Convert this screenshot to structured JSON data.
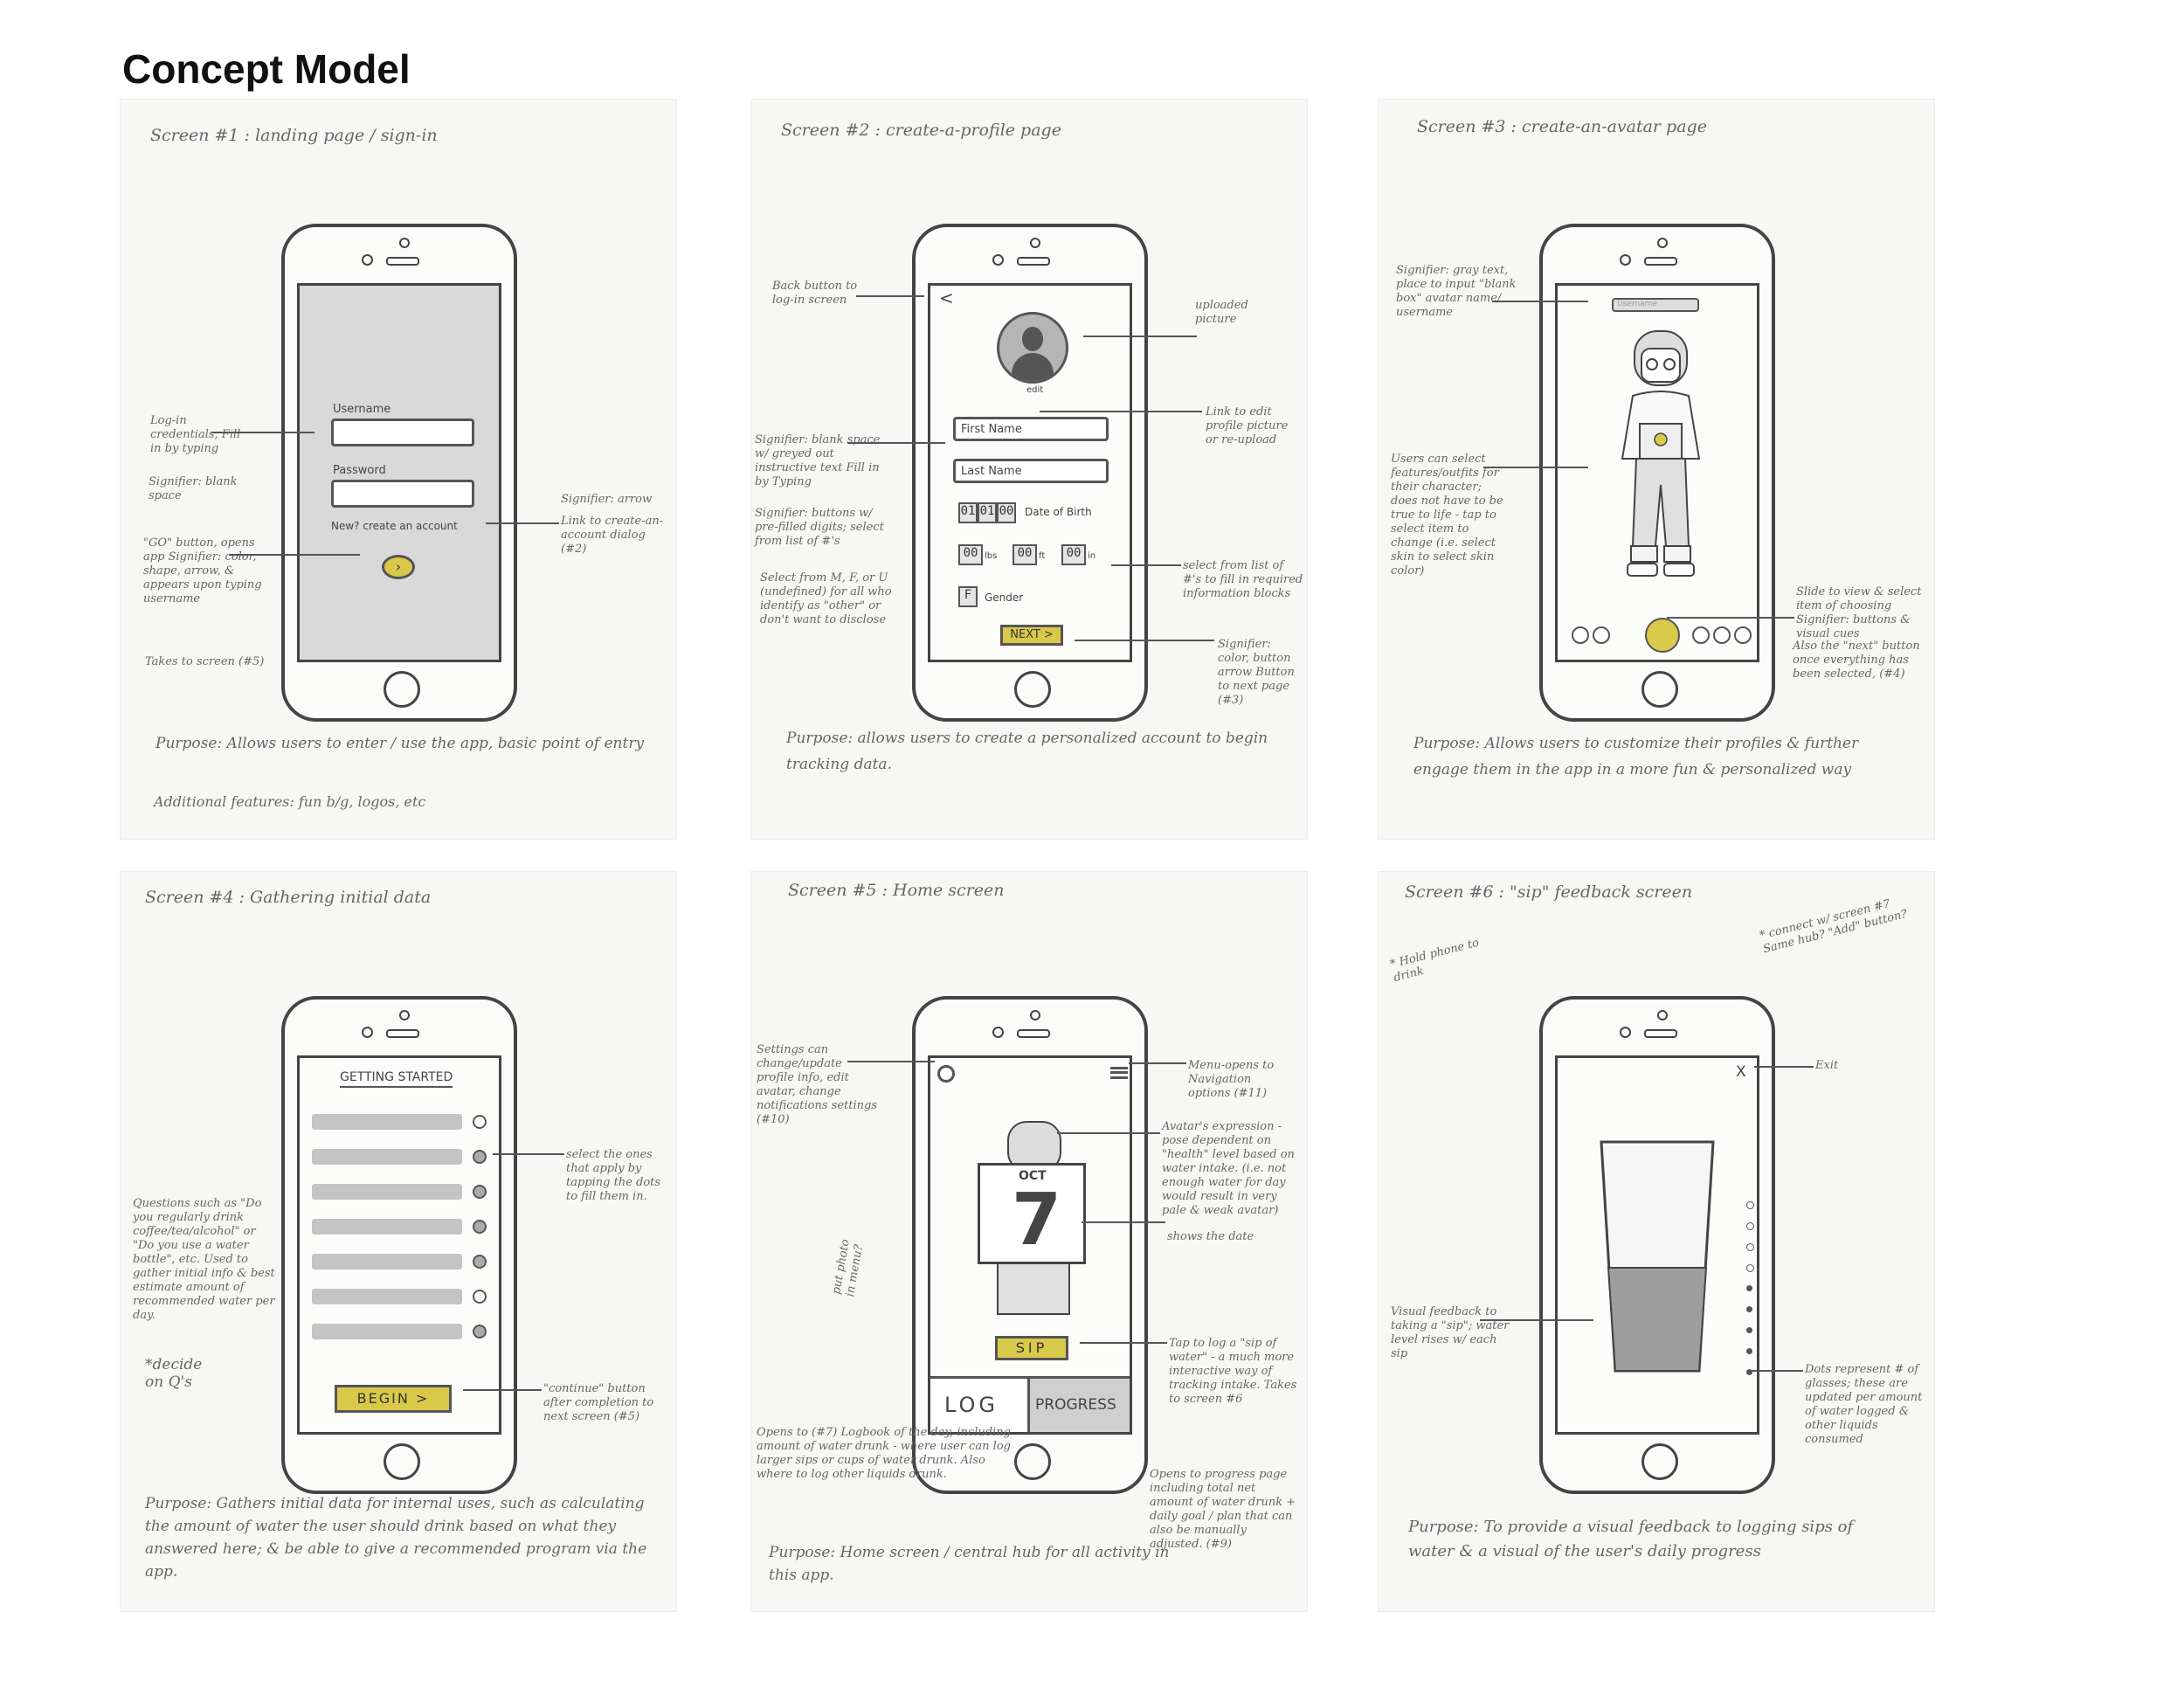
{
  "page": {
    "title": "Concept Model"
  },
  "screens": {
    "s1": {
      "title": "Screen #1 : landing page / sign-in",
      "username_label": "Username",
      "password_label": "Password",
      "new_account": "New? create an account",
      "notes": {
        "login": "Log-in credentials, Fill in by typing",
        "signifier_blank": "Signifier: blank space",
        "go_button": "\"GO\" button, opens app Signifier: color, shape, arrow, & appears upon typing username",
        "takes_to": "Takes to screen (#5)",
        "signifier_arrow": "Signifier: arrow",
        "link_dialog": "Link to create-an-account dialog (#2)"
      },
      "purpose": "Purpose: Allows users to enter / use the app, basic point of entry",
      "additional": "Additional features: fun b/g, logos, etc"
    },
    "s2": {
      "title": "Screen #2 : create-a-profile page",
      "back_icon": "<",
      "edit_label": "edit",
      "first_name": "First Name",
      "last_name": "Last Name",
      "dob_digits": [
        "01",
        "01",
        "00"
      ],
      "dob_label": "Date of Birth",
      "weight_value": "00",
      "weight_unit": "lbs",
      "ft_value": "00",
      "ft_unit": "ft",
      "in_value": "00",
      "in_unit": "in",
      "gender_value": "F",
      "gender_label": "Gender",
      "next_label": "NEXT >",
      "notes": {
        "back": "Back button to log-in screen",
        "uploaded": "uploaded picture",
        "edit_link": "Link to edit profile picture or re-upload",
        "signifier_blank": "Signifier: blank space w/ greyed out instructive text Fill in by Typing",
        "signifier_buttons": "Signifier: buttons w/ pre-filled digits; select from list of #'s",
        "select_gender": "Select from M, F, or U (undefined) for all who identify as \"other\" or don't want to disclose",
        "select_list": "select from list of #'s to fill in required information blocks",
        "signifier_color": "Signifier: color, button arrow Button to next page (#3)"
      },
      "purpose": "Purpose: allows users to create a personalized account to begin tracking data."
    },
    "s3": {
      "title": "Screen #3 : create-an-avatar page",
      "username_placeholder": "Username",
      "notes": {
        "signifier_gray": "Signifier: gray text, place to input \"blank box\" avatar name/ username",
        "users_select": "Users can select features/outfits for their character; does not have to be true to life - tap to select item to change (i.e. select skin to select skin color)",
        "slide": "Slide to view & select item of choosing Signifier: buttons & visual cues",
        "also_next": "Also the \"next\" button once everything has been selected, (#4)"
      },
      "purpose": "Purpose: Allows users to customize their profiles & further engage them in the app in a more fun & personalized way"
    },
    "s4": {
      "title": "Screen #4 : Gathering initial data",
      "header": "GETTING STARTED",
      "begin_label": "BEGIN >",
      "notes": {
        "questions": "Questions such as \"Do you regularly drink coffee/tea/alcohol\" or \"Do you use a water bottle\", etc. Used to gather initial info & best estimate amount of recommended water per day.",
        "decide": "*decide on Q's",
        "select_ones": "select the ones that apply by tapping the dots to fill them in.",
        "continue": "\"continue\" button after completion to next screen (#5)"
      },
      "purpose": "Purpose: Gathers initial data for internal uses, such as calculating the amount of water the user should drink based on what they answered here; & be able to give a recommended program via the app."
    },
    "s5": {
      "title": "Screen #5 : Home screen",
      "month": "OCT",
      "day": "7",
      "sip_label": "SIP",
      "log_label": "LOG",
      "progress_label": "PROGRESS",
      "notes": {
        "settings": "Settings can change/update profile info, edit avatar, change notifications settings (#10)",
        "menu": "Menu-opens to Navigation options (#11)",
        "avatar_expr": "Avatar's expression - pose dependent on \"health\" level based on water intake. (i.e. not enough water for day would result in very pale & weak avatar)",
        "shows_date": "shows the date",
        "tap_log": "Tap to log a \"sip of water\" - a much more interactive way of tracking intake. Takes to screen #6",
        "opens_log": "Opens to (#7) Logbook of the day, including amount of water drunk - where user can log larger sips or cups of water drunk. Also where to log other liquids drunk.",
        "opens_progress": "Opens to progress page including total net amount of water drunk + daily goal / plan that can also be manually adjusted. (#9)",
        "put_photo": "put photo in menu?"
      },
      "purpose": "Purpose: Home screen / central hub for all activity in this app."
    },
    "s6": {
      "title": "Screen #6 : \"sip\" feedback screen",
      "exit_icon": "X",
      "notes": {
        "hold_phone": "* Hold phone to drink",
        "connect": "* connect w/ screen #7 Same hub? \"Add\" button?",
        "exit": "Exit",
        "visual_feedback": "Visual feedback to taking a \"sip\"; water level rises w/ each sip",
        "dots": "Dots represent # of glasses; these are updated per amount of water logged & other liquids consumed"
      },
      "purpose": "Purpose: To provide a visual feedback to logging sips of water & a visual of the user's daily progress"
    }
  },
  "colors": {
    "accent_yellow": "#d9c94a",
    "sheet_bg": "#f7f7f5"
  }
}
